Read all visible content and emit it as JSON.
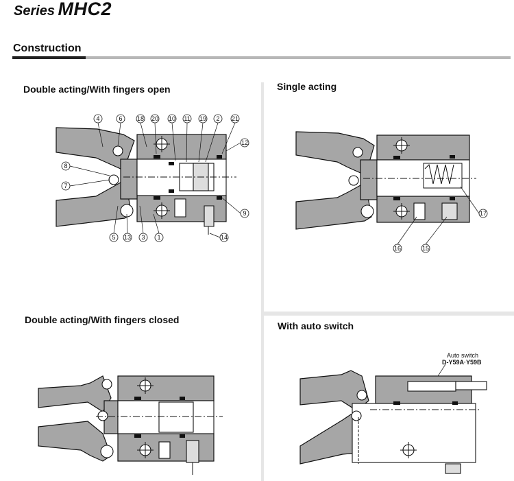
{
  "header": {
    "series_word": "Series",
    "model": "MHC2",
    "section_title": "Construction"
  },
  "panels": {
    "open": {
      "title": "Double acting/With fingers open",
      "callouts": [
        "4",
        "6",
        "18",
        "20",
        "10",
        "11",
        "19",
        "2",
        "21",
        "12",
        "8",
        "7",
        "9",
        "5",
        "13",
        "3",
        "1",
        "14"
      ]
    },
    "single": {
      "title": "Single acting",
      "callouts": [
        "17",
        "16",
        "15"
      ]
    },
    "closed": {
      "title": "Double acting/With fingers closed"
    },
    "auto_switch": {
      "title": "With auto switch",
      "switch_label": "Auto switch",
      "switch_model": "D-Y59A·Y59B"
    }
  },
  "colors": {
    "body_gray": "#a6a6a6",
    "line": "#111111",
    "rule_gray": "#b7b7b7",
    "divider": "#e6e6e6"
  }
}
